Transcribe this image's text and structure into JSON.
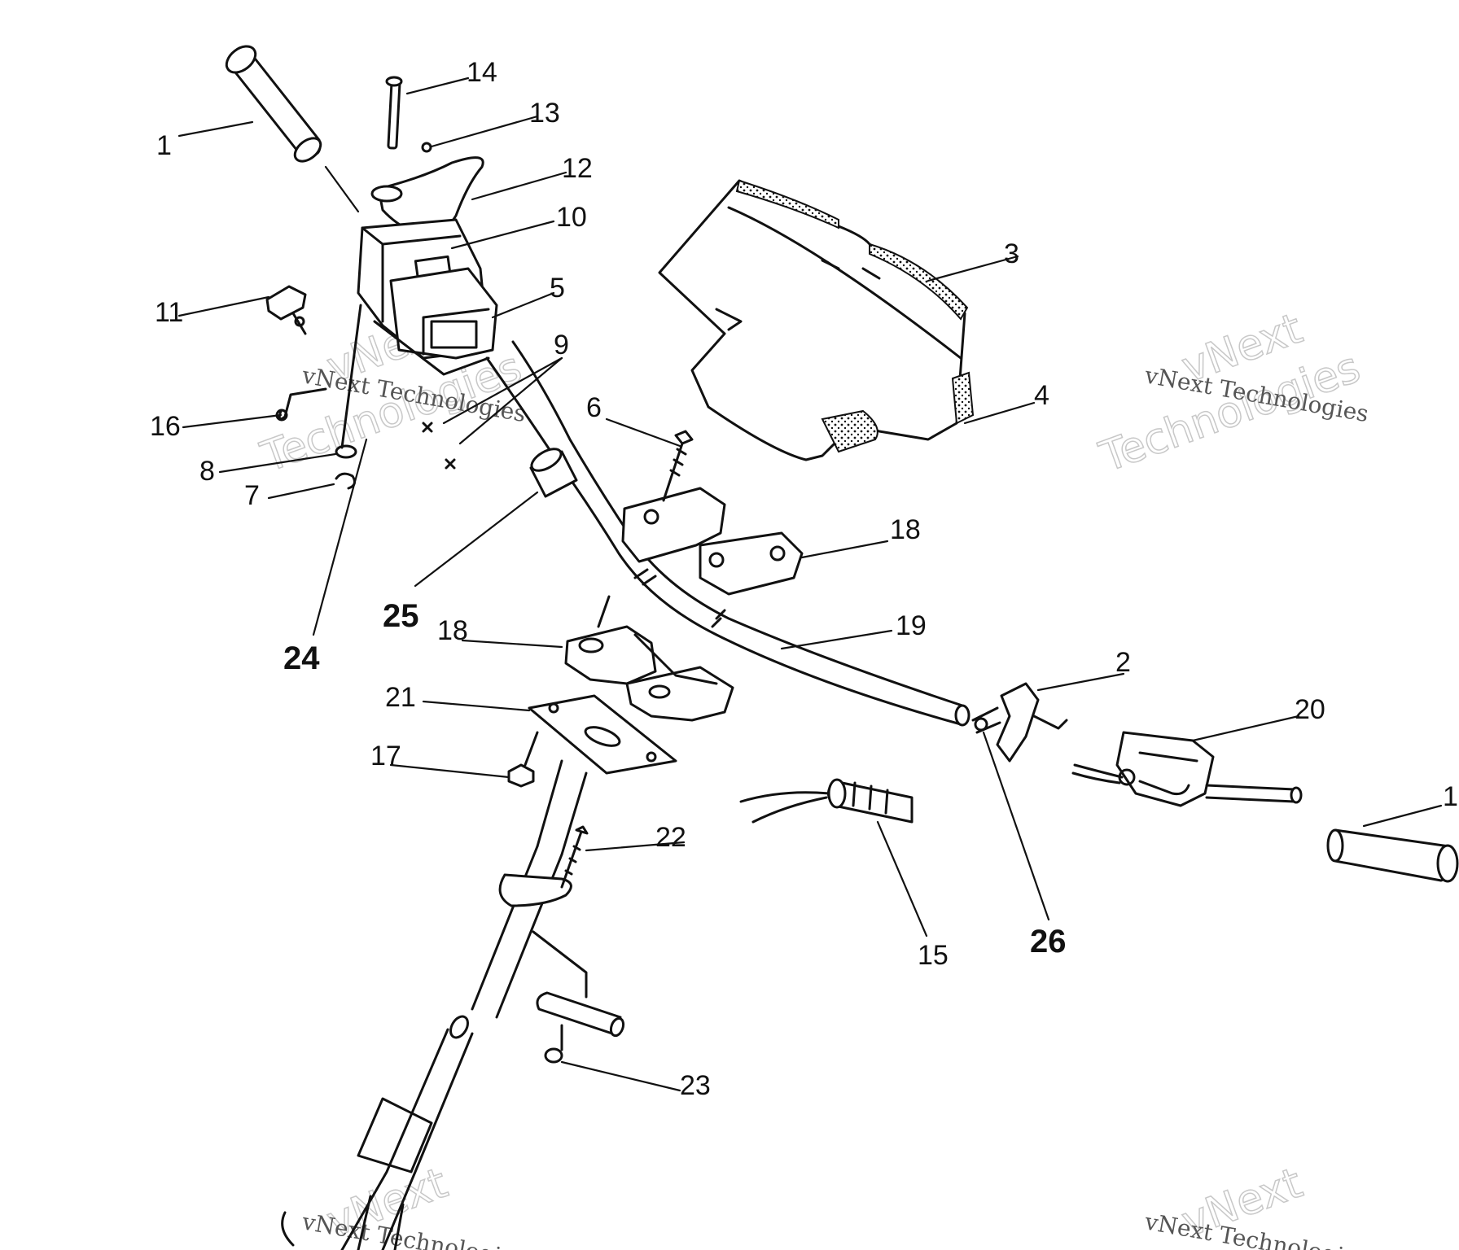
{
  "watermark": {
    "brand": "vNext Technologies",
    "big_line1": "vNext",
    "big_line2": "Technologies"
  },
  "callouts": {
    "p1_left": "1",
    "p1_right": "1",
    "p2": "2",
    "p3": "3",
    "p4": "4",
    "p5": "5",
    "p6": "6",
    "p7": "7",
    "p8": "8",
    "p9": "9",
    "p10": "10",
    "p11": "11",
    "p12": "12",
    "p13": "13",
    "p14": "14",
    "p15": "15",
    "p16": "16",
    "p17": "17",
    "p18_upper": "18",
    "p18_lower": "18",
    "p19": "19",
    "p20": "20",
    "p21": "21",
    "p22": "22",
    "p23": "23",
    "p24": "24",
    "p25": "25",
    "p26": "26"
  }
}
